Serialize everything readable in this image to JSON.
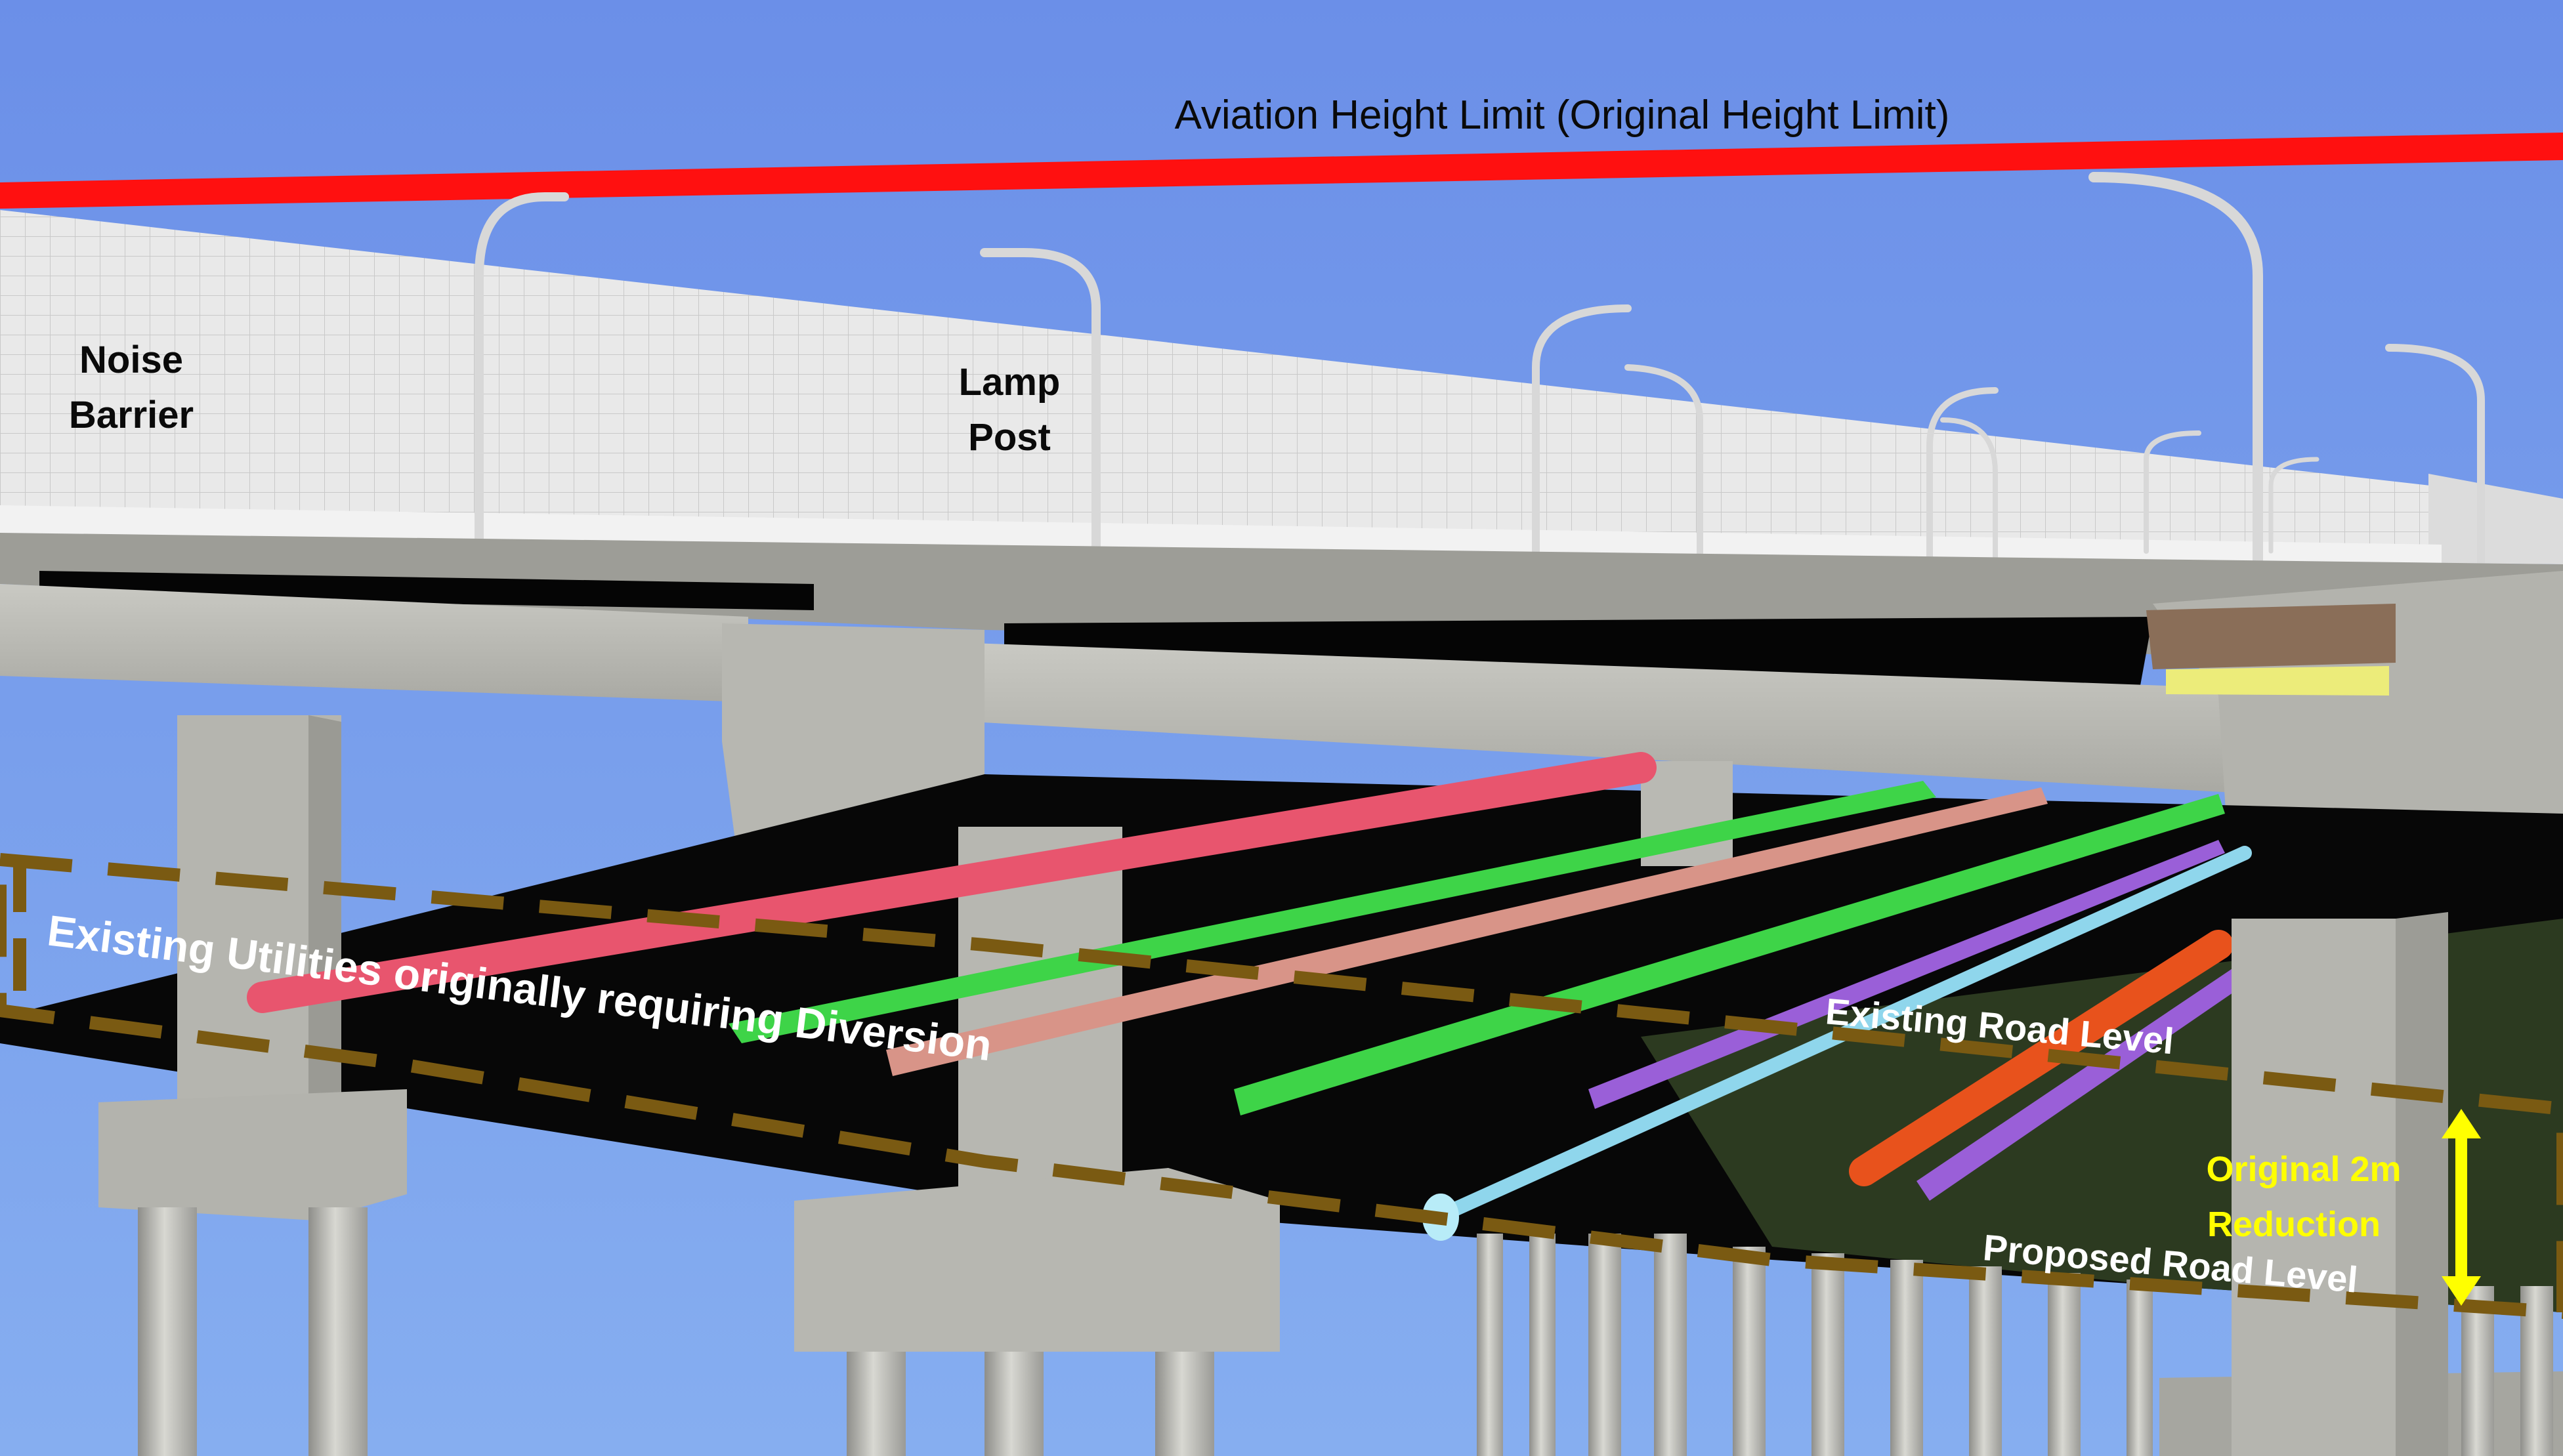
{
  "labels": {
    "aviation_limit": "Aviation Height Limit (Original Height Limit)",
    "noise_barrier_line1": "Noise",
    "noise_barrier_line2": "Barrier",
    "lamp_post_line1": "Lamp",
    "lamp_post_line2": "Post",
    "existing_utilities": "Existing Utilities originally requiring Diversion",
    "existing_road_level": "Existing Road Level",
    "proposed_road_level": "Proposed Road Level",
    "reduction_line1": "Original 2m",
    "reduction_line2": "Reduction"
  },
  "colors": {
    "sky_top": "#6b8fe8",
    "sky_bottom": "#86aef0",
    "height_limit_line": "#ff1010",
    "concrete": "#b9b9b3",
    "deck_dark": "#050505",
    "ground_band": "#2c3a20",
    "dashed_outline": "#7a5a12",
    "reduction_arrow": "#ffff00",
    "utility_red": "#e8556e",
    "utility_green": "#3ed448",
    "utility_salmon": "#d89488",
    "utility_purple": "#9a5fd8",
    "utility_cyan": "#8fd6ec",
    "utility_orange": "#e8521c"
  }
}
